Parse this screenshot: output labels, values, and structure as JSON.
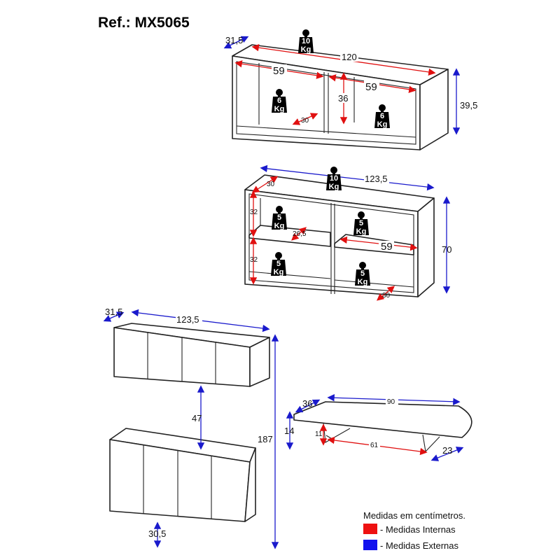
{
  "title": "Ref.: MX5065",
  "colors": {
    "internal": "#ee1111",
    "external": "#1111ee"
  },
  "wall_niche": {
    "depth": "31,5",
    "width": "120",
    "height": "39,5",
    "inner_left": "59",
    "inner_right": "59",
    "inner_height": "36",
    "inner_depth": "30",
    "load_top": "10",
    "load_left": "6",
    "load_right": "6",
    "unit": "Kg"
  },
  "shelf_niche": {
    "width": "123,5",
    "height": "70",
    "top_depth": "30",
    "upper_height": "32",
    "lower_height": "32",
    "shelf_depth": "26,5",
    "inner_width": "59",
    "bottom_depth": "30",
    "load_top": "10",
    "load_a": "5",
    "load_b": "5",
    "load_c": "5",
    "load_d": "5",
    "unit": "Kg"
  },
  "cabinets": {
    "depth_top": "31,5",
    "width": "123,5",
    "gap": "47",
    "total_height": "187",
    "depth_bottom": "30,5"
  },
  "table": {
    "depth": "36",
    "length": "90",
    "height": "14",
    "leg_height": "11",
    "leg_span": "61",
    "leg_depth": "23"
  },
  "legend": {
    "heading": "Medidas em centímetros.",
    "internal": "- Medidas Internas",
    "external": "- Medidas Externas"
  }
}
